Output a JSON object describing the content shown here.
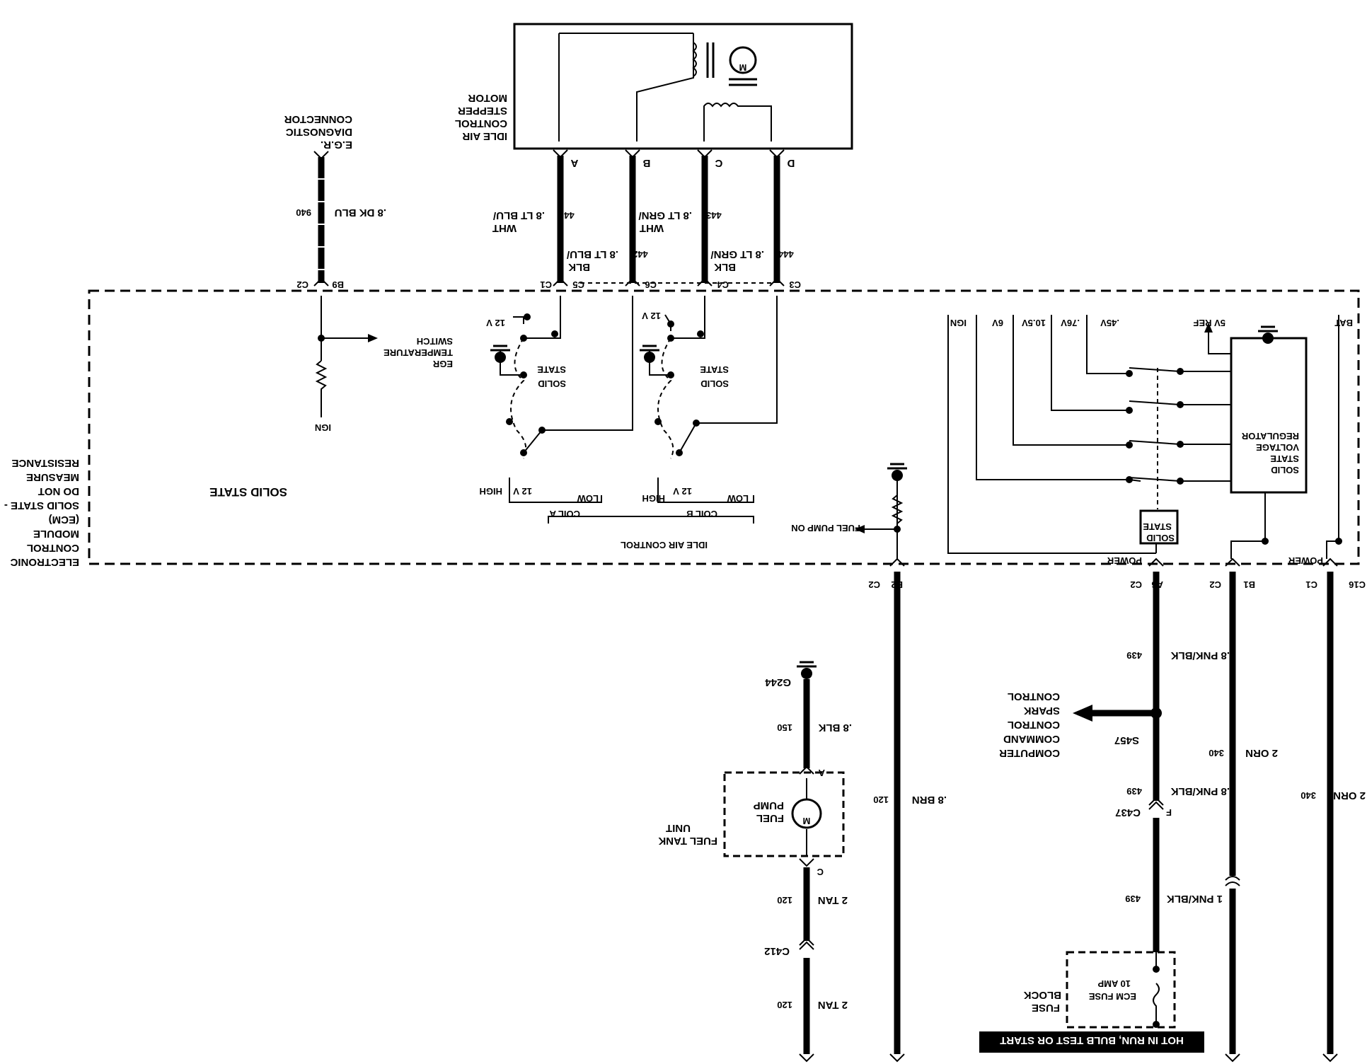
{
  "diagram": {
    "ecm": {
      "labels": [
        "ELECTRONIC",
        "CONTROL",
        "MODULE",
        "(ECM)",
        "SOLID STATE -",
        "DO NOT",
        "MEASURE",
        "RESISTANCE"
      ],
      "solid_state": "SOLID STATE"
    },
    "iac_motor": {
      "labels": [
        "IDLE AIR",
        "CONTROL",
        "STEPPER",
        "MOTOR"
      ],
      "pins": [
        "A",
        "B",
        "C",
        "D"
      ],
      "motor_symbol": "M"
    },
    "egr_diag": {
      "labels": [
        "E.G.R.",
        "DIAGNOSTIC",
        "CONNECTOR"
      ],
      "wire": ".8 DK BLU",
      "circuit": "940",
      "pin": "B9",
      "conn": "C2",
      "switch": [
        "EGR",
        "TEMPERATURE",
        "SWITCH"
      ],
      "ign": "IGN"
    },
    "iac_wires": [
      {
        "wire1": ".8 LT BLU/",
        "wire2": "WHT",
        "circuit": "441",
        "pin": "C5",
        "conn": "C1"
      },
      {
        "wire1": ".8 LT BLU/",
        "wire2": "BLK",
        "circuit": "442",
        "pin": "C6",
        "conn": ""
      },
      {
        "wire1": ".8 LT GRN/",
        "wire2": "WHT",
        "circuit": "443",
        "pin": "C4",
        "conn": ""
      },
      {
        "wire1": ".8 LT GRN/",
        "wire2": "BLK",
        "circuit": "444",
        "pin": "C3",
        "conn": ""
      }
    ],
    "coils": {
      "coil_a": "COIL A",
      "coil_b": "COIL B",
      "low": "LOW",
      "high": "HIGH",
      "v12": "12 V",
      "solid": "SOLID",
      "state": "STATE",
      "group": "IDLE AIR CONTROL"
    },
    "regulator": {
      "labels": [
        "SOLID",
        "STATE",
        "VOLTAGE",
        "REGULATOR"
      ],
      "taps": [
        "IGN",
        "6V",
        "10.5V",
        ".76V",
        ".45V"
      ],
      "ref": "5V REF",
      "bat": "BAT",
      "power": "POWER",
      "power2": "POWER",
      "solid_box": [
        "SOLID",
        "STATE"
      ]
    },
    "lower": {
      "fuel_pump_on": "FUEL PUMP ON",
      "b2": "B2",
      "c2": "C2",
      "a6": "A6",
      "b1": "B1",
      "c16": "C16",
      "c1": "C1",
      "brn": ".8 BRN",
      "brn_c": "120",
      "g244": "G244",
      "blk": ".8 BLK",
      "blk_c": "150",
      "tank": [
        "FUEL TANK",
        "UNIT"
      ],
      "pump": [
        "FUEL",
        "PUMP"
      ],
      "pin_a": "A",
      "pin_c": "C",
      "tan": "2 TAN",
      "tan_c": "120",
      "c412": "C412",
      "pnk_a": ".8 PNK/BLK",
      "pnk_c": "439",
      "s457": "S457",
      "computer": [
        "COMPUTER",
        "COMMAND",
        "CONTROL",
        "SPARK",
        "CONTROL"
      ],
      "c437": "C437",
      "f": "F",
      "pnk_b": "1 PNK/BLK",
      "fuse": [
        "ECM FUSE",
        "10 AMP"
      ],
      "fuse_block": [
        "FUSE",
        "BLOCK"
      ],
      "hot": "HOT IN RUN, BULB TEST OR START",
      "orn": "2 ORN",
      "orn_c": "340"
    }
  }
}
